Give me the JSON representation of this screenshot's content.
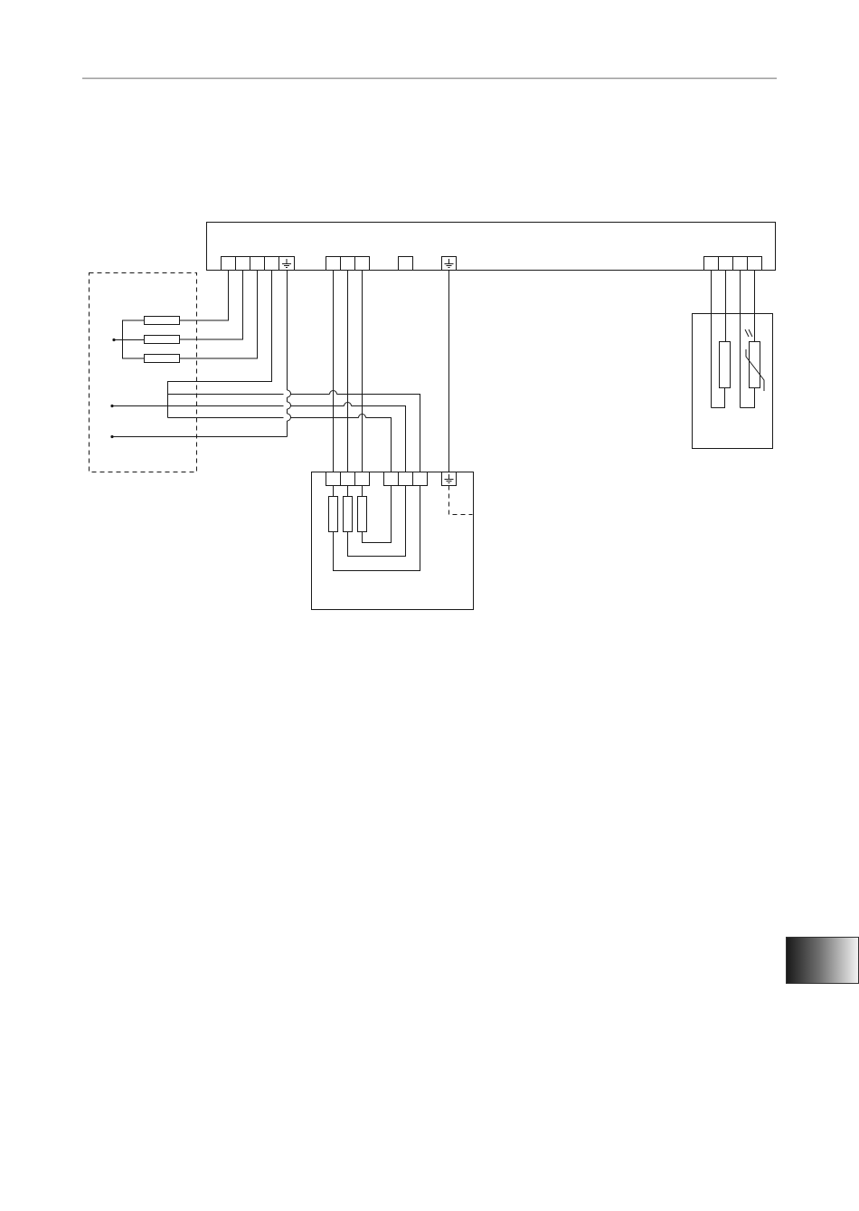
{
  "page": {
    "header_rule_color": "#9a9a9a"
  },
  "diagram": {
    "type": "electrical-wiring-schematic",
    "components": [
      {
        "name": "control-board",
        "icon": "terminal-block"
      },
      {
        "name": "supply-mains",
        "icon": "fuse"
      },
      {
        "name": "heater-unit",
        "icon": "resistor"
      },
      {
        "name": "sensor-unit",
        "icon": "thermistor"
      },
      {
        "name": "earth-terminal",
        "icon": "ground-icon"
      }
    ]
  },
  "section_tab": {
    "gradient_from": "#1a1a1a",
    "gradient_to": "#f2f2f2"
  }
}
